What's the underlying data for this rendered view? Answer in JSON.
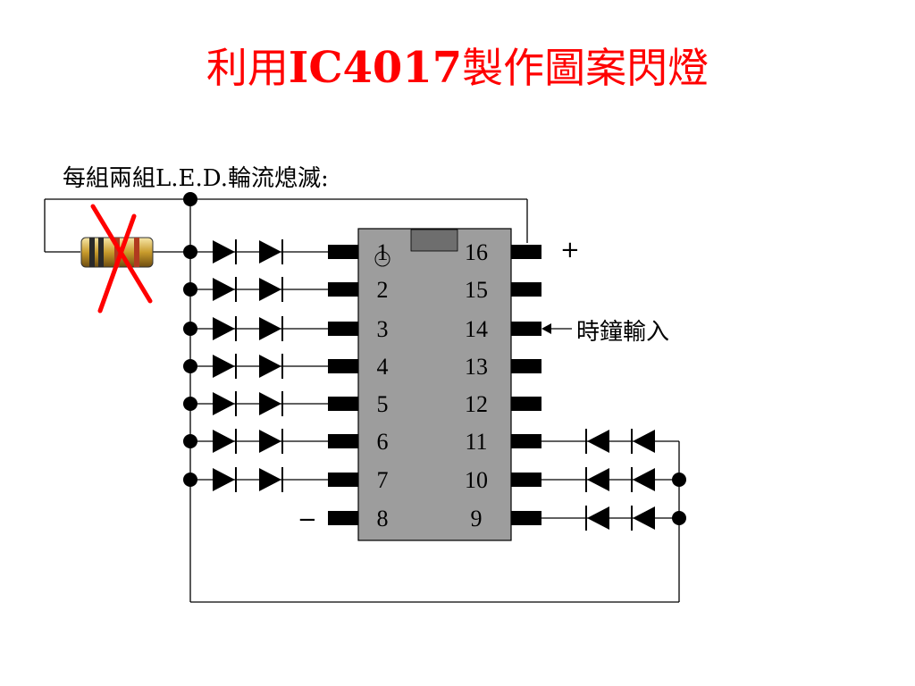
{
  "title_cjk_prefix": "利用",
  "title_chip": "IC4017",
  "title_cjk_suffix": "製作圖案閃燈",
  "caption": "每組兩組L.E.D.輪流熄滅:",
  "chip": {
    "left_pins": [
      "1",
      "2",
      "3",
      "4",
      "5",
      "6",
      "7",
      "8"
    ],
    "right_pins": [
      "16",
      "15",
      "14",
      "13",
      "12",
      "11",
      "10",
      "9"
    ]
  },
  "labels": {
    "plus": "+",
    "minus": "−",
    "clock_input": "時鐘輸入"
  },
  "colors": {
    "title": "#ff0000",
    "chip_body": "#9d9d9d",
    "cross": "#ff0000"
  }
}
